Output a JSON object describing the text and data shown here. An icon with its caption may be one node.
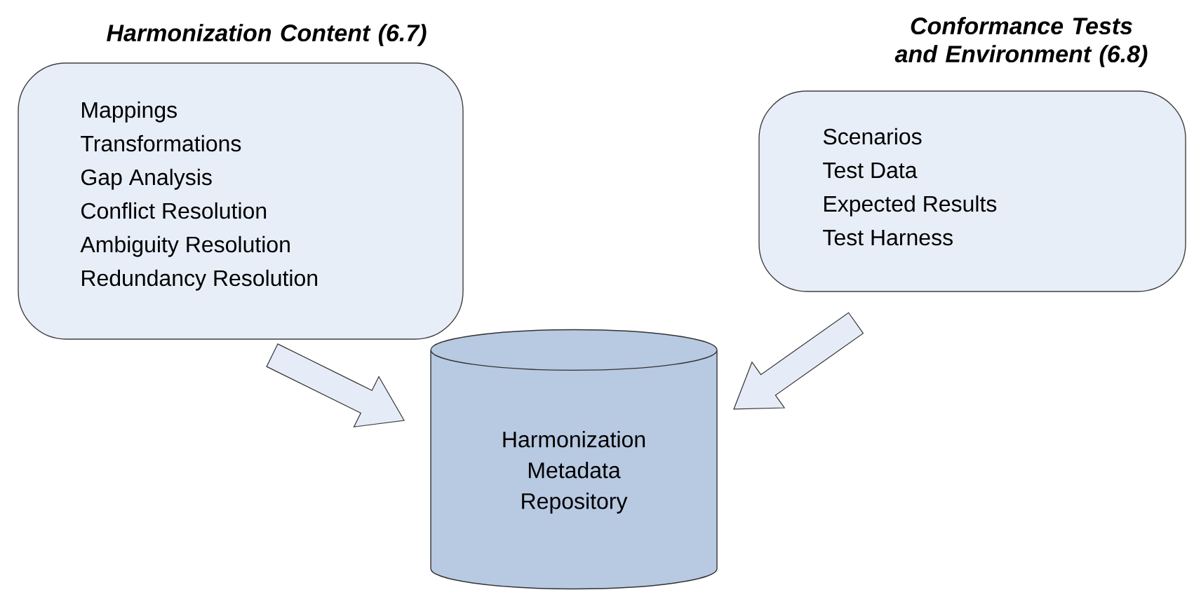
{
  "diagram": {
    "nodes": [
      {
        "text": [
          "Harmonization Content (6.7)",
          "Mappings",
          "Transformations",
          "Gap Analysis",
          "Conflict Resolution",
          "Ambiguity Resolution",
          "Redundancy Resolution"
        ]
      },
      {
        "text": [
          "Conformance Tests and Environment (6.8)",
          "Scenarios",
          "Test Data",
          "Expected Results",
          "Test Harness"
        ]
      },
      {
        "text": [
          "Harmonization Metadata Repository"
        ]
      }
    ],
    "edges": [
      {
        "from": 0,
        "to": 2,
        "arrow": "to"
      },
      {
        "from": 1,
        "to": 2,
        "arrow": "to"
      }
    ]
  }
}
